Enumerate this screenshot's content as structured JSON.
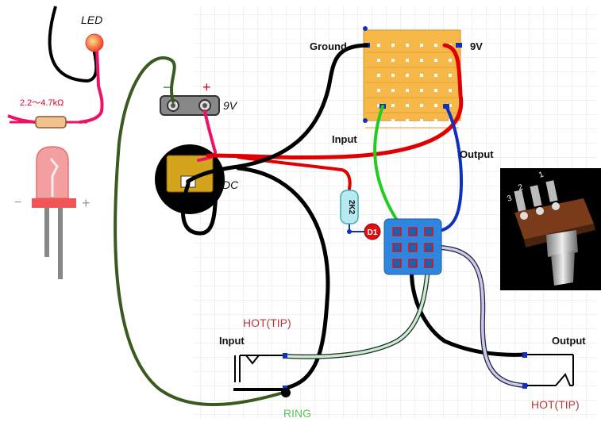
{
  "labels": {
    "led": "LED",
    "resistor_range": "2.2～4.7kΩ",
    "minus": "−",
    "plus": "+",
    "battery_minus": "−",
    "battery_plus": "+",
    "battery": "9V",
    "dc": "DC",
    "ground": "Ground",
    "nine_v": "9V",
    "input_wire": "Input",
    "output_wire": "Output",
    "resistor_2k2": "2K2",
    "diode": "D1",
    "hot_tip_left": "HOT(TIP)",
    "input_jack": "Input",
    "output_jack": "Output",
    "hot_tip_right": "HOT(TIP)",
    "ring": "RING",
    "pot_pin1": "1",
    "pot_pin2": "2",
    "pot_pin3": "3"
  },
  "colors": {
    "grid_line": "#e3e3e3",
    "stripboard": "#f7b84a",
    "wire_black": "#000000",
    "wire_red": "#e00000",
    "wire_green": "#22cc22",
    "wire_blue": "#1030c0",
    "wire_lightgreen": "#c8f0c8",
    "wire_lavender": "#c8c8f0",
    "wire_darkgreen": "#3a5a20",
    "wire_pink": "#ee1166",
    "switch_blue": "#2e86de",
    "led_red": "#ff6b6b"
  }
}
